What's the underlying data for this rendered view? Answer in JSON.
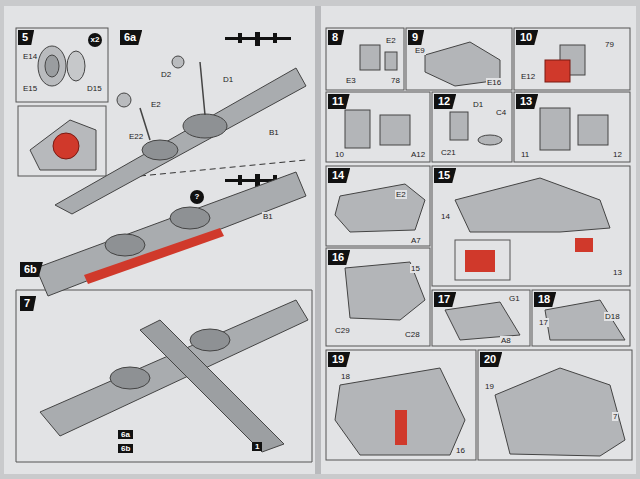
{
  "diagram": {
    "nodes": [
      {
        "text": [
          "5"
        ]
      },
      {
        "text": [
          "6a"
        ]
      },
      {
        "text": [
          "6b"
        ]
      },
      {
        "text": [
          "7"
        ]
      },
      {
        "text": [
          "8"
        ]
      },
      {
        "text": [
          "9"
        ]
      },
      {
        "text": [
          "10"
        ]
      },
      {
        "text": [
          "11"
        ]
      },
      {
        "text": [
          "12"
        ]
      },
      {
        "text": [
          "13"
        ]
      },
      {
        "text": [
          "14"
        ]
      },
      {
        "text": [
          "15"
        ]
      },
      {
        "text": [
          "16"
        ]
      },
      {
        "text": [
          "17"
        ]
      },
      {
        "text": [
          "18"
        ]
      },
      {
        "text": [
          "19"
        ]
      },
      {
        "text": [
          "20"
        ]
      }
    ],
    "labels": [
      "x2",
      "E14",
      "E15",
      "D15",
      "E2",
      "D2",
      "D1",
      "B1",
      "E22",
      "?",
      "B1",
      "1",
      "6a",
      "6b",
      "E3",
      "E2",
      "78",
      "E9",
      "E16",
      "E12",
      "79",
      "A12",
      "10",
      "C4",
      "C21",
      "D1",
      "11",
      "12",
      "E2",
      "A7",
      "14",
      "13",
      "15",
      "C29",
      "C28",
      "G1",
      "A8",
      "17",
      "D18",
      "18",
      "16",
      "7",
      "19"
    ]
  }
}
